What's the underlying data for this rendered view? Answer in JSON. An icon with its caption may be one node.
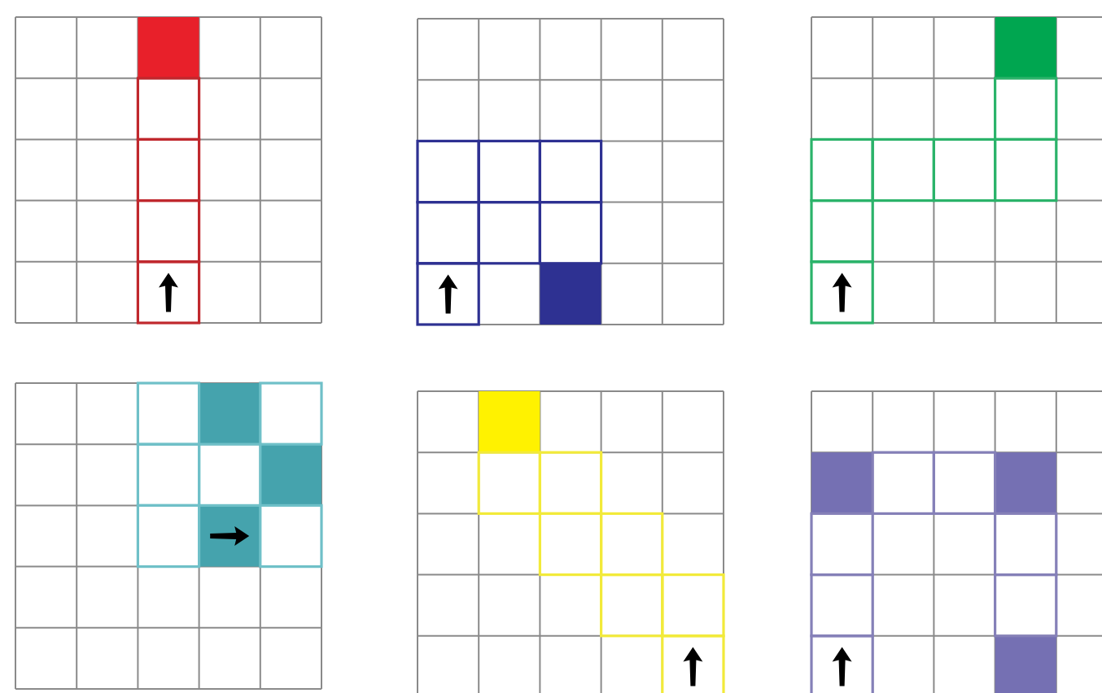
{
  "diagram": {
    "nodes": [
      {
        "text": [],
        "shape": "box"
      },
      {
        "text": [],
        "shape": "box"
      },
      {
        "text": [],
        "shape": "box"
      },
      {
        "text": [],
        "shape": "box"
      },
      {
        "text": [],
        "shape": "box"
      },
      {
        "text": [],
        "shape": "box"
      }
    ]
  }
}
